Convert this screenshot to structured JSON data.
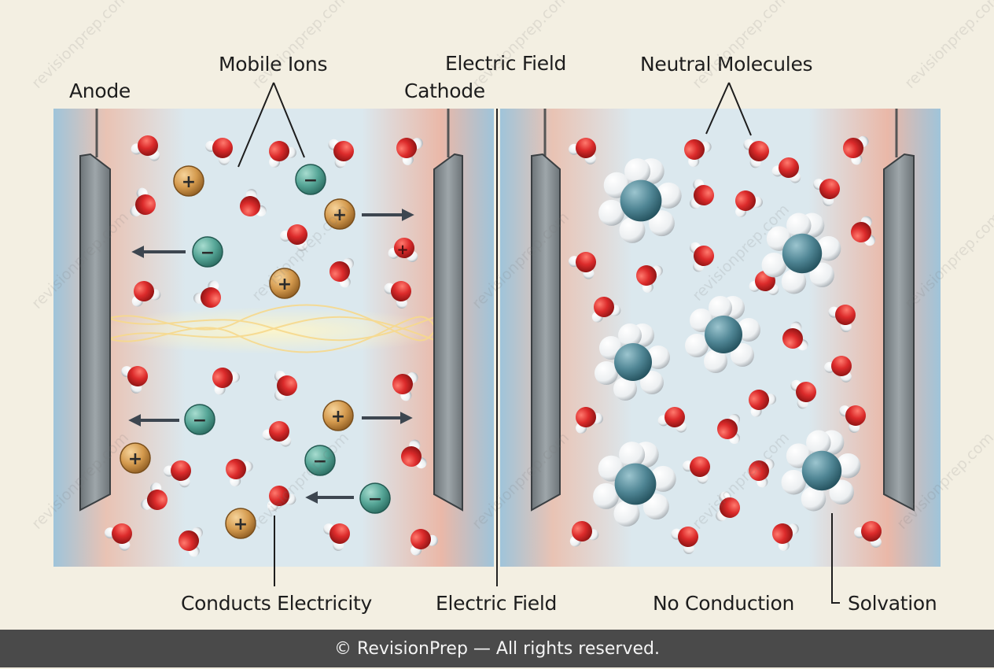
{
  "labels": {
    "anode": "Anode",
    "mobile_ions": "Mobile Ions",
    "electric_field_top": "Electric Field",
    "cathode": "Cathode",
    "neutral_molecules": "Neutral Molecules",
    "conducts_electricity": "Conducts Electricity",
    "electric_field_bottom": "Electric Field",
    "no_conduction": "No Conduction",
    "solvation": "Solvation"
  },
  "ion_signs": {
    "positive": "+",
    "negative": "−"
  },
  "watermark": "revisionprep.com",
  "footer": "© RevisionPrep — All rights reserved.",
  "colors": {
    "background": "#f3efe2",
    "solution": "#b8d6e6",
    "oxygen": "#d9262a",
    "hydrogen": "#f4f4f4",
    "positive_ion": "#d49a4e",
    "negative_ion": "#55a596",
    "solute": "#4f8594",
    "footer_bg": "#4a4a4a"
  }
}
